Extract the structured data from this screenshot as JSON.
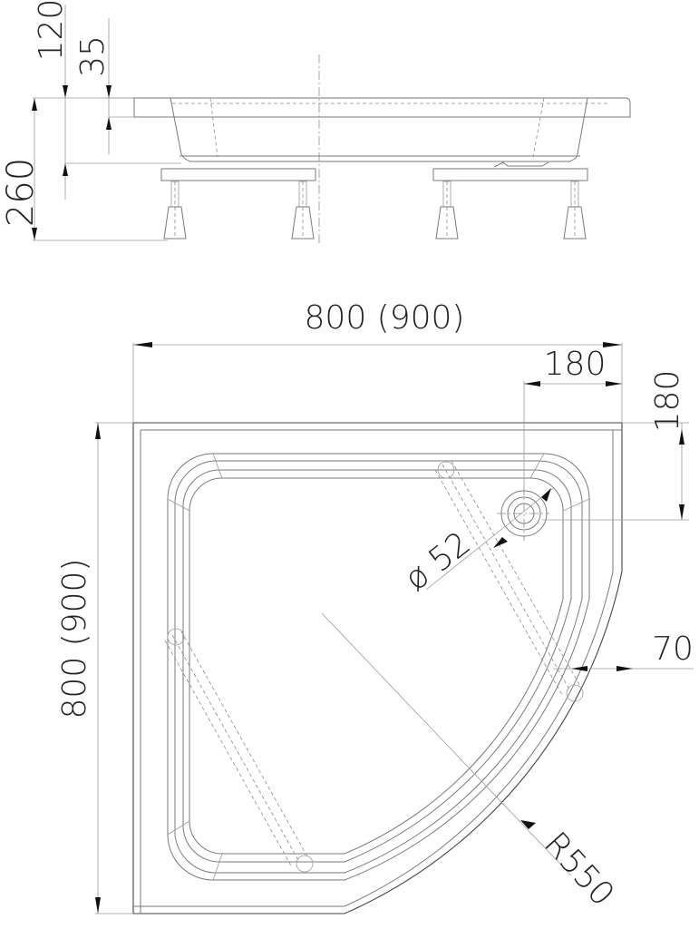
{
  "drawing": {
    "subject": "Quarter-circle shower tray with adjustable legs",
    "side_view": {
      "dim_total_height": "260",
      "dim_tray_height": "120",
      "dim_rim_thickness": "35"
    },
    "top_view": {
      "dim_width": "800 (900)",
      "dim_depth": "800 (900)",
      "dim_drain_offset_x": "180",
      "dim_drain_offset_y": "180",
      "dim_drain_diameter": "ø 52",
      "dim_rim_width": "70",
      "dim_radius": "R550"
    },
    "colors": {
      "line": "#7a7a7a",
      "text": "#222222",
      "arrow": "#111111",
      "background": "#ffffff"
    }
  }
}
